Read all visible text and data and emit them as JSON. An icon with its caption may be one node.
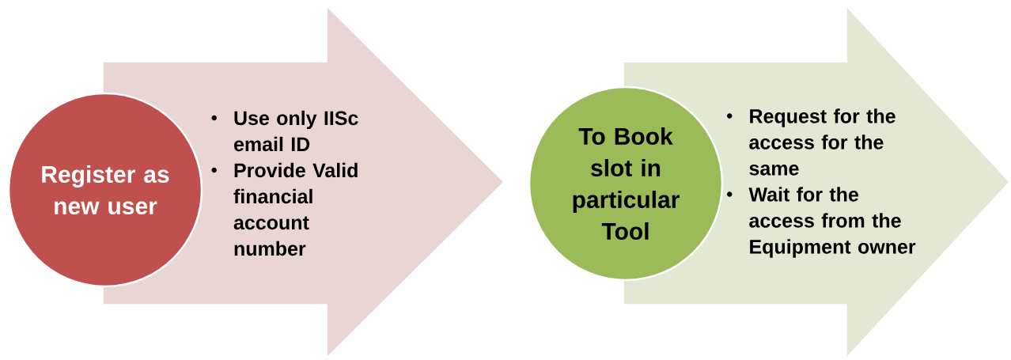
{
  "diagram": {
    "nodes": [
      {
        "text": [
          "Use only IISc email ID",
          "Provide Valid financial account number"
        ]
      },
      {
        "text": [
          "Register as new user"
        ]
      },
      {
        "text": [
          "Request for the access for the same",
          "Wait for the access from the Equipment owner"
        ]
      },
      {
        "text": [
          "To Book slot in particular Tool"
        ]
      }
    ]
  }
}
